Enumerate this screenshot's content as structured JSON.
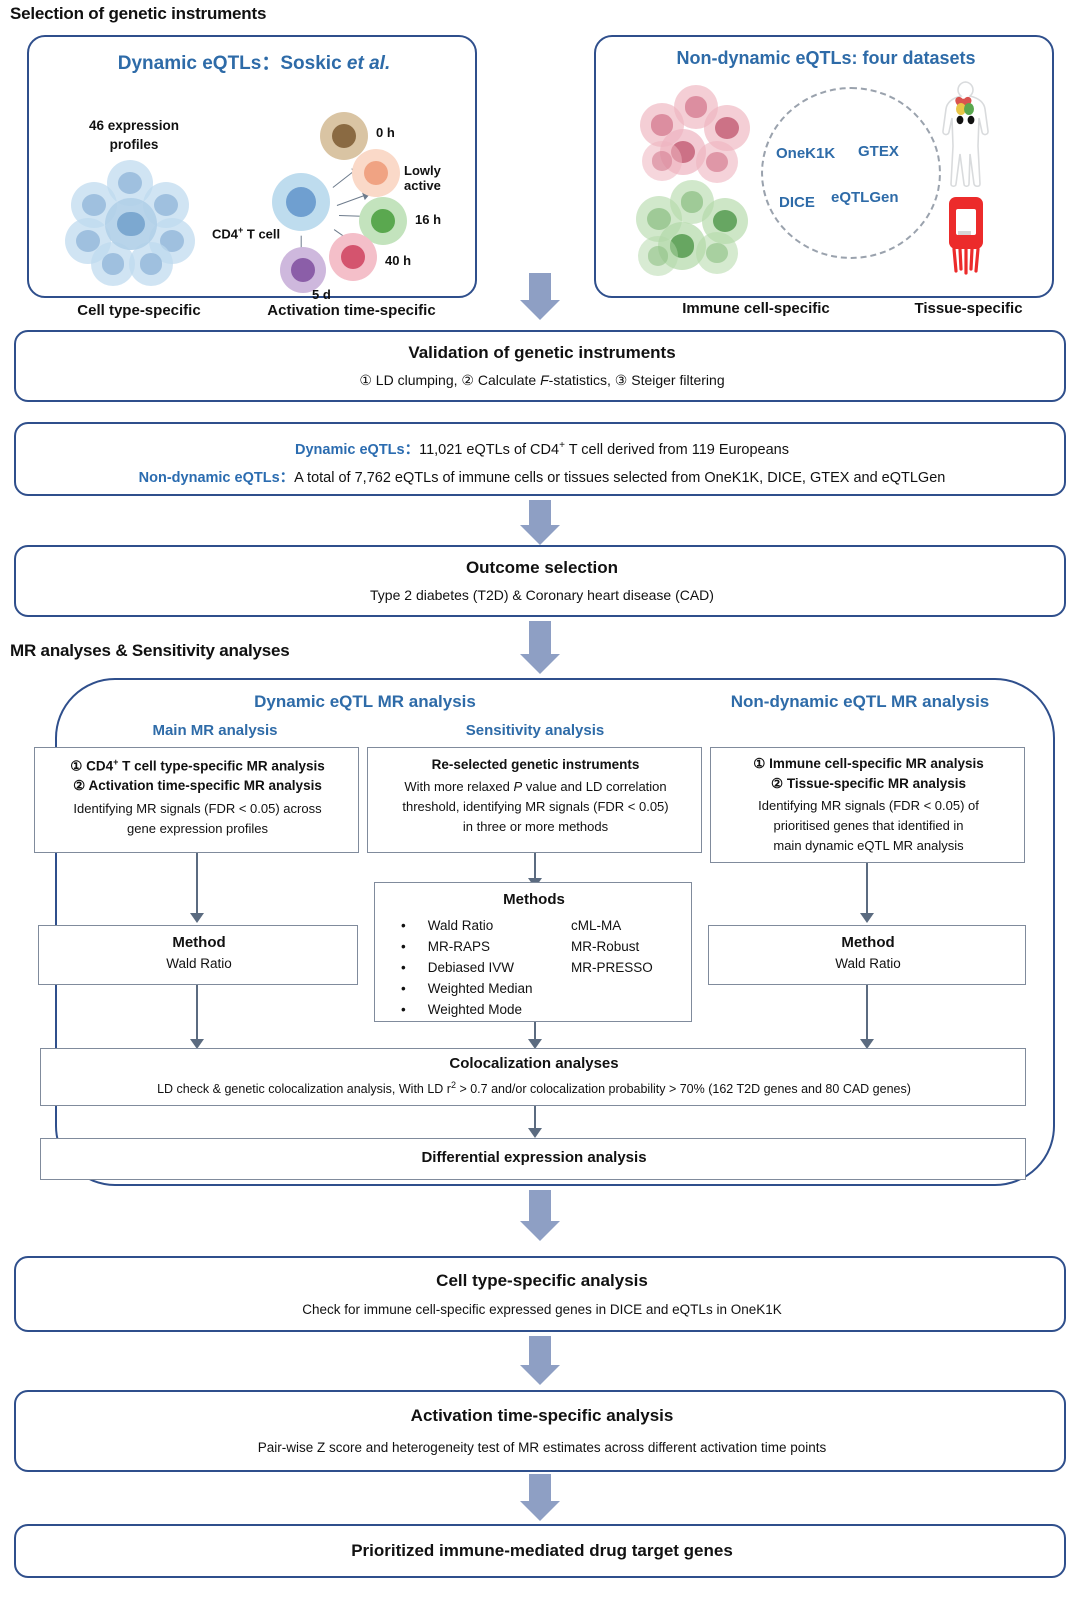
{
  "sections": {
    "selection_header": "Selection of genetic instruments",
    "mr_header": "MR analyses & Sensitivity analyses"
  },
  "dynamic_panel": {
    "title_main": "Dynamic eQTLs",
    "title_sep": "：",
    "title_author": "Soskic ",
    "title_author_italic": "et al.",
    "expression_profiles_line1": "46 expression",
    "expression_profiles_line2": "profiles",
    "cd4_label_pre": "CD4",
    "cd4_label_sup": "+",
    "cd4_label_post": " T cell",
    "footer_left": "Cell type-specific",
    "footer_right": "Activation time-specific",
    "timepoints": [
      {
        "label": "0 h",
        "color": "#8a6a42",
        "ring": "#d9c4a3"
      },
      {
        "label": "Lowly active",
        "color": "#f0a383",
        "ring": "#fad9c8"
      },
      {
        "label": "16 h",
        "color": "#5aa84f",
        "ring": "#c3e3bd"
      },
      {
        "label": "40 h",
        "color": "#d4546e",
        "ring": "#f4bfc9"
      },
      {
        "label": "5 d",
        "color": "#8b5ea8",
        "ring": "#ceb8dd"
      }
    ]
  },
  "nondynamic_panel": {
    "title": "Non-dynamic eQTLs:  four datasets",
    "datasets": [
      "OneK1K",
      "GTEX",
      "DICE",
      "eQTLGen"
    ],
    "footer_left": "Immune cell-specific",
    "footer_right": "Tissue-specific",
    "icons": {
      "body": "human-body-icon",
      "blood": "blood-bag-icon"
    }
  },
  "validation_box": {
    "title": "Validation of genetic instruments",
    "subtitle_parts": {
      "one": "① LD clumping, ",
      "two": "② Calculate ",
      "f_italic": "F",
      "two_rest": "-statistics, ",
      "three": "③ Steiger filtering"
    },
    "subtitle_plain": "① LD clumping, ② Calculate F-statistics, ③ Steiger filtering"
  },
  "eqtl_counts_box": {
    "row1_label": "Dynamic eQTLs",
    "row1_sep": "：",
    "row1_text_pre": "11,021 eQTLs of CD4",
    "row1_sup": "+",
    "row1_text_post": " T cell derived from 119 Europeans",
    "row2_label": "Non-dynamic eQTLs",
    "row2_sep": "：",
    "row2_text": "A total of 7,762 eQTLs of immune cells or tissues selected from OneK1K, DICE, GTEX and eQTLGen"
  },
  "outcome_box": {
    "title": "Outcome selection",
    "subtitle": "Type 2 diabetes (T2D) & Coronary heart disease (CAD)"
  },
  "mr_container": {
    "left_title": "Dynamic eQTL MR analysis",
    "right_title": "Non-dynamic eQTL MR analysis",
    "col1_head": "Main MR analysis",
    "col2_head": "Sensitivity analysis",
    "col1_box": {
      "line1": "① CD4",
      "line1_sup": "+",
      "line1_rest": " T cell type-specific MR analysis",
      "line2": "② Activation time-specific MR analysis",
      "body_line1": "Identifying MR signals (FDR < 0.05) across",
      "body_line2": "gene expression profiles"
    },
    "col2_box": {
      "title": "Re-selected genetic instruments",
      "body_line1_a": "With more relaxed ",
      "body_line1_italic": "P",
      "body_line1_b": " value and LD correlation",
      "body_line2": "threshold, identifying MR signals (FDR < 0.05)",
      "body_line3": "in three or more methods"
    },
    "col3_box": {
      "line1": "① Immune cell-specific MR analysis",
      "line2": "② Tissue-specific MR analysis",
      "body_line1": "Identifying MR signals (FDR < 0.05) of",
      "body_line2": "prioritised genes that identified in",
      "body_line3": "main dynamic eQTL MR analysis"
    },
    "method_left": {
      "title": "Method",
      "subtitle": "Wald Ratio"
    },
    "method_right": {
      "title": "Method",
      "subtitle": "Wald Ratio"
    },
    "methods_box": {
      "title": "Methods",
      "col_left": [
        "Wald Ratio",
        "MR-RAPS",
        "Debiased IVW",
        "Weighted Median",
        "Weighted Mode"
      ],
      "col_right": [
        "cML-MA",
        "MR-Robust",
        "MR-PRESSO"
      ]
    },
    "coloc_box": {
      "title": "Colocalization analyses",
      "sub_a": "LD check & genetic colocalization analysis, With LD r",
      "sub_sup": "2",
      "sub_b": " > 0.7 and/or colocalization probability > 70% (162 T2D genes and 80 CAD genes)"
    },
    "diff_box": {
      "title": "Differential expression analysis"
    }
  },
  "celltype_box": {
    "title": "Cell type-specific analysis",
    "subtitle": "Check for immune cell-specific expressed genes in DICE and eQTLs in OneK1K"
  },
  "activation_box": {
    "title": "Activation time-specific analysis",
    "subtitle": "Pair-wise Z score and heterogeneity test of MR estimates across different activation time points"
  },
  "final_box": {
    "title": "Prioritized immune-mediated drug target genes"
  },
  "colors": {
    "navy_border": "#2f4f8c",
    "gray_border": "#808b9c",
    "arrow_blue": "#8e9fc4",
    "label_blue": "#2e6ba8",
    "text": "#111111"
  }
}
